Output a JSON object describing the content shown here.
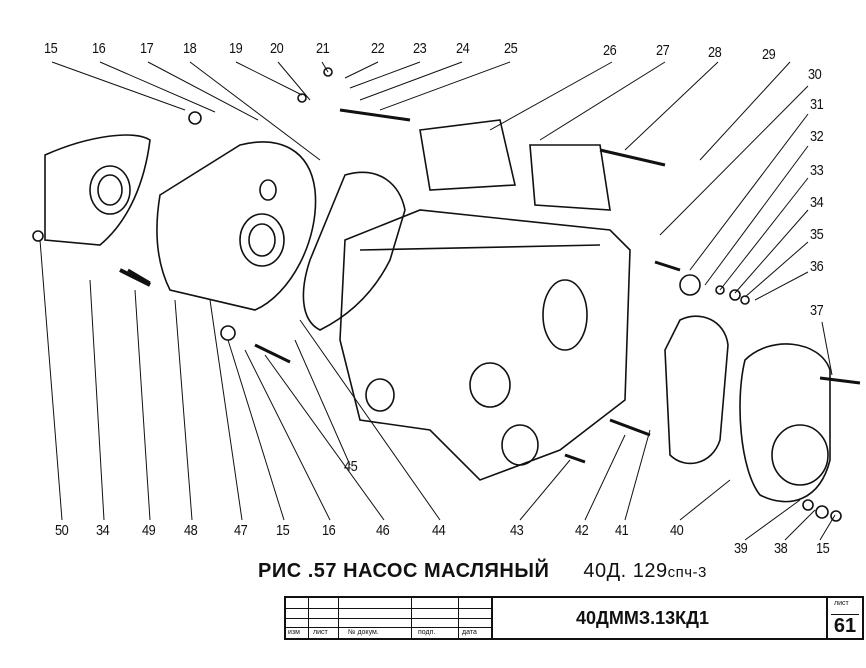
{
  "callouts_top": [
    "15",
    "16",
    "17",
    "18",
    "19",
    "20",
    "21",
    "22",
    "23",
    "24",
    "25",
    "26",
    "27",
    "28",
    "29"
  ],
  "callouts_right": [
    "30",
    "31",
    "32",
    "33",
    "34",
    "35",
    "36",
    "37"
  ],
  "callouts_bottom": [
    "50",
    "34",
    "49",
    "48",
    "47",
    "15",
    "16",
    "46",
    "44",
    "43",
    "42",
    "41",
    "40",
    "39",
    "38",
    "15"
  ],
  "callout_45": "45",
  "caption": {
    "title": "РИС .57 НАСОС МАСЛЯНЫЙ",
    "code_main": "40Д. 129",
    "code_suffix": "спч-3"
  },
  "stamp": {
    "col_izm": "изм",
    "col_list": "лист",
    "col_dokum": "№ докум.",
    "col_podp": "подп.",
    "col_data": "дата",
    "doc_number": "40ДММЗ.13КД1",
    "sheet_label": "лист",
    "sheet_number": "61"
  },
  "colors": {
    "ink": "#111111",
    "paper": "#ffffff"
  }
}
